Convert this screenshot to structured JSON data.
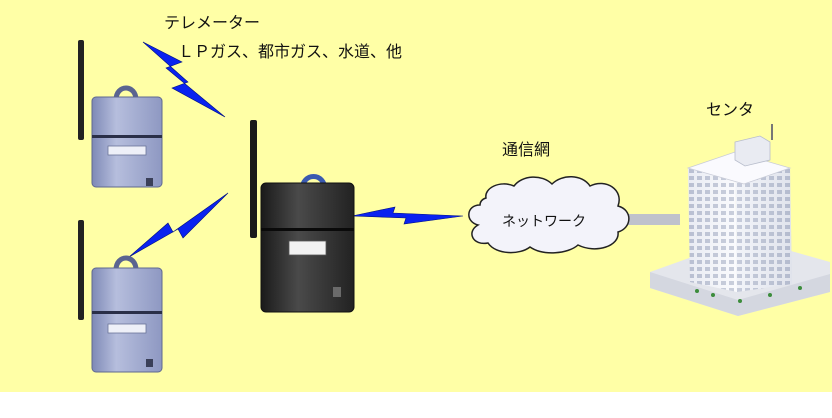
{
  "labels": {
    "telemeter_title": "テレメーター",
    "telemeter_types": "ＬＰガス、都市ガス、水道、他",
    "network": "通信網",
    "cloud": "ネットワーク",
    "center": "センタ"
  },
  "colors": {
    "background": "#FFFFA6",
    "lightning": "#0A22F0",
    "terminal_body": "#9AA4C8",
    "concentrator_body": "#2A2A2A",
    "antenna": "#222222",
    "cloud_fill": "#F3F3FA",
    "building": "#F0F0F5"
  }
}
